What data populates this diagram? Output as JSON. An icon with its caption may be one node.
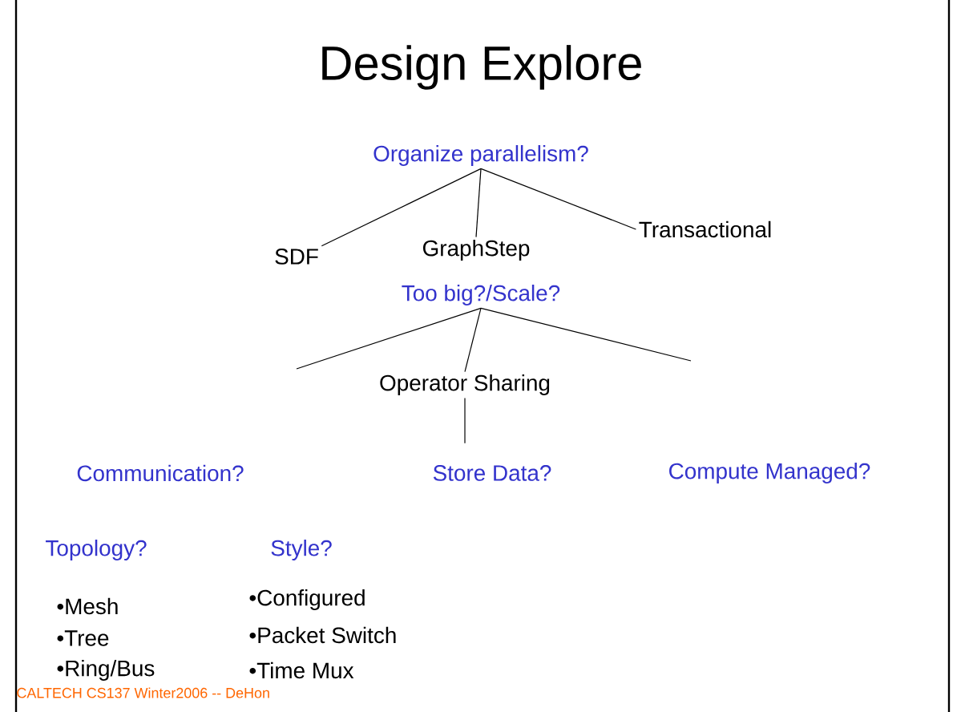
{
  "diagram": {
    "title": "Design Explore",
    "nodes": [
      {
        "text": [
          "Organize parallelism?"
        ]
      },
      {
        "text": [
          "SDF"
        ]
      },
      {
        "text": [
          "GraphStep"
        ]
      },
      {
        "text": [
          "Transactional"
        ]
      },
      {
        "text": [
          "Too big?/Scale?"
        ]
      },
      {
        "text": [
          "Operator Sharing"
        ]
      },
      {
        "text": [
          "Communication?"
        ]
      },
      {
        "text": [
          "Store Data?"
        ]
      },
      {
        "text": [
          "Compute Managed?"
        ]
      }
    ],
    "edges": [
      {
        "from": 0,
        "to": 1,
        "arrow": "none"
      },
      {
        "from": 0,
        "to": 2,
        "arrow": "none"
      },
      {
        "from": 0,
        "to": 3,
        "arrow": "none"
      },
      {
        "from": 4,
        "to": null,
        "arrow": "none"
      },
      {
        "from": 4,
        "to": 5,
        "arrow": "none"
      },
      {
        "from": 4,
        "to": null,
        "arrow": "none"
      },
      {
        "from": 5,
        "to": 7,
        "arrow": "none"
      }
    ],
    "labels": [
      "Topology?",
      "Style?",
      "•Mesh",
      "•Configured",
      "•Tree",
      "•Packet Switch",
      "•Ring/Bus",
      "•Time Mux",
      "CALTECH CS137 Winter2006 -- DeHon"
    ]
  }
}
